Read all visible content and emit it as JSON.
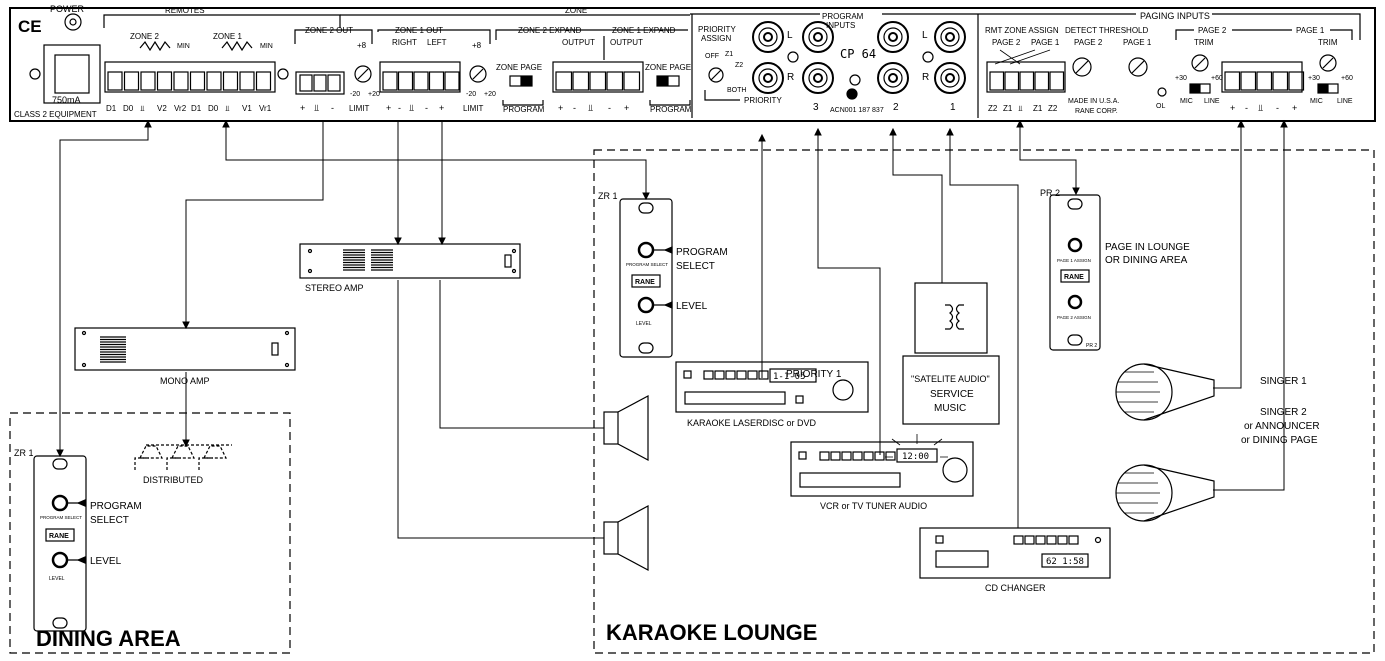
{
  "marks": {
    "ce": "CE",
    "power": "POWER",
    "ma": "750mA",
    "class2": "CLASS 2 EQUIPMENT",
    "rane": "RANE"
  },
  "panel": {
    "remotes": "REMOTES",
    "zone": "ZONE",
    "zone2": "ZONE 2",
    "zone1": "ZONE 1",
    "min": "MIN",
    "remote_terms": [
      "D1",
      "D0",
      "⫫",
      "V2",
      "Vr2",
      "D1",
      "D0",
      "⫫",
      "V1",
      "Vr1"
    ],
    "zone2_out": "ZONE 2 OUT",
    "zone1_out": "ZONE 1 OUT",
    "right": "RIGHT",
    "left": "LEFT",
    "plus8": "+8",
    "minus20": "-20",
    "plus20": "+20",
    "limit": "LIMIT",
    "zone2_expand": "ZONE 2 EXPAND",
    "zone1_expand": "ZONE 1 EXPAND",
    "output": "OUTPUT",
    "zone_page": "ZONE  PAGE",
    "program": "PROGRAM",
    "priority_assign": "PRIORITY",
    "assign": "ASSIGN",
    "off": "OFF",
    "z1": "Z1",
    "z2": "Z2",
    "both": "BOTH",
    "priority": "PRIORITY",
    "program_inputs": "PROGRAM",
    "inputs": "INPUTS",
    "L": "L",
    "R": "R",
    "model": "CP 64",
    "acn": "ACN001 187 837",
    "in3": "3",
    "in2": "2",
    "in1": "1",
    "paging_inputs": "PAGING INPUTS",
    "rmt_zone_assign": "RMT ZONE ASSIGN",
    "detect_threshold": "DETECT THRESHOLD",
    "page2": "PAGE 2",
    "page1": "PAGE 1",
    "made_in": "MADE IN U.S.A.",
    "rane_corp": "RANE CORP.",
    "ol": "OL",
    "z_terms": [
      "Z2",
      "Z1",
      "⫫",
      "Z1",
      "Z2"
    ],
    "trim": "TRIM",
    "plus30": "+30",
    "plus60": "+60",
    "mic": "MIC",
    "line": "LINE"
  },
  "devices": {
    "stereo_amp": "STEREO AMP",
    "mono_amp": "MONO AMP",
    "distributed": "DISTRIBUTED",
    "zr1": "ZR 1",
    "pr2": "PR 2",
    "program_select_1": "PROGRAM",
    "program_select_2": "SELECT",
    "level": "LEVEL",
    "pgm_select_small": "PROGRAM SELECT",
    "level_small": "LEVEL",
    "page_lounge_1": "PAGE IN LOUNGE",
    "page_lounge_2": "OR DINING AREA",
    "page1_assign": "PAGE 1 ASSIGN",
    "page2_assign": "PAGE 2 ASSIGN",
    "priority1": "PRIORITY 1",
    "laserdisc_display": "1-1-05",
    "laserdisc": "KARAOKE LASERDISC or DVD",
    "vcr_display": "12:00",
    "vcr": "VCR or TV TUNER AUDIO",
    "satellite_1": "\"SATELITE AUDIO\"",
    "satellite_2": "SERVICE",
    "satellite_3": "MUSIC",
    "cd_display": "62   1:58",
    "cd": "CD CHANGER",
    "singer1": "SINGER 1",
    "singer2_1": "SINGER 2",
    "singer2_2": "or ANNOUNCER",
    "singer2_3": "or DINING PAGE"
  },
  "areas": {
    "dining": "DINING AREA",
    "karaoke": "KARAOKE LOUNGE"
  }
}
